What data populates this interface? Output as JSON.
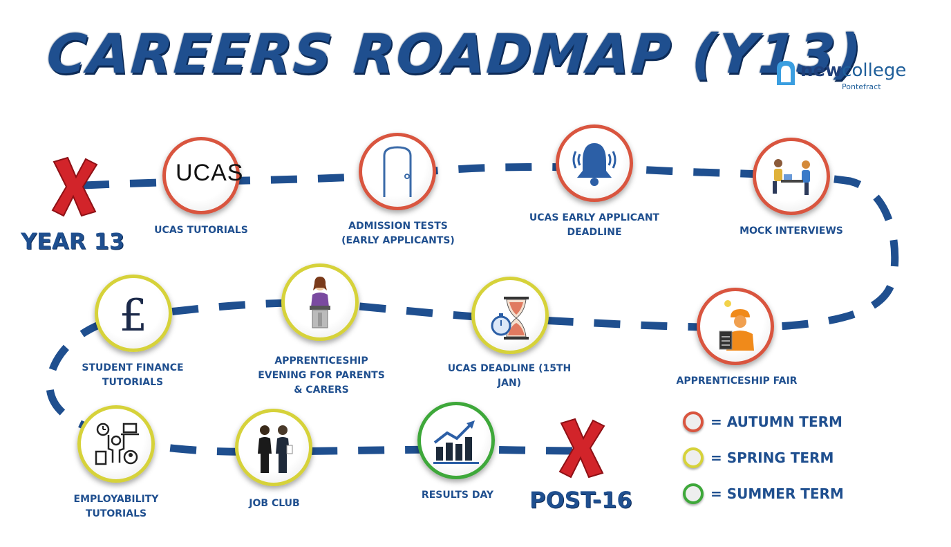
{
  "title": "CAREERS ROADMAP (Y13)",
  "logo": {
    "brand_bold": "new",
    "brand_light": "college",
    "location": "Pontefract"
  },
  "start_label": "YEAR 13",
  "end_label": "POST-16",
  "colors": {
    "autumn": "#d9553f",
    "spring": "#d6d23a",
    "summer": "#3ea83a",
    "path": "#1f4f8f"
  },
  "milestones": [
    {
      "label": "UCAS TUTORIALS",
      "term": "autumn",
      "icon": "ucas-logo-icon",
      "icon_text": "UCAS"
    },
    {
      "label": "ADMISSION TESTS\n(EARLY APPLICANTS)",
      "term": "autumn",
      "icon": "door-icon"
    },
    {
      "label": "UCAS EARLY APPLICANT\nDEADLINE",
      "term": "autumn",
      "icon": "bell-icon"
    },
    {
      "label": "MOCK INTERVIEWS",
      "term": "autumn",
      "icon": "interview-icon"
    },
    {
      "label": "APPRENTICESHIP FAIR",
      "term": "autumn",
      "icon": "worker-icon"
    },
    {
      "label": "UCAS DEADLINE (15TH\nJAN)",
      "term": "spring",
      "icon": "hourglass-icon"
    },
    {
      "label": "APPRENTICESHIP\nEVENING FOR PARENTS\n& CARERS",
      "term": "spring",
      "icon": "speaker-podium-icon"
    },
    {
      "label": "STUDENT FINANCE\nTUTORIALS",
      "term": "spring",
      "icon": "pound-icon"
    },
    {
      "label": "EMPLOYABILITY\nTUTORIALS",
      "term": "spring",
      "icon": "employability-icon"
    },
    {
      "label": "JOB CLUB",
      "term": "spring",
      "icon": "business-people-icon"
    },
    {
      "label": "RESULTS DAY",
      "term": "summer",
      "icon": "growth-chart-icon"
    }
  ],
  "legend": [
    {
      "term": "autumn",
      "text": "= AUTUMN TERM"
    },
    {
      "term": "spring",
      "text": "= SPRING TERM"
    },
    {
      "term": "summer",
      "text": "= SUMMER TERM"
    }
  ]
}
